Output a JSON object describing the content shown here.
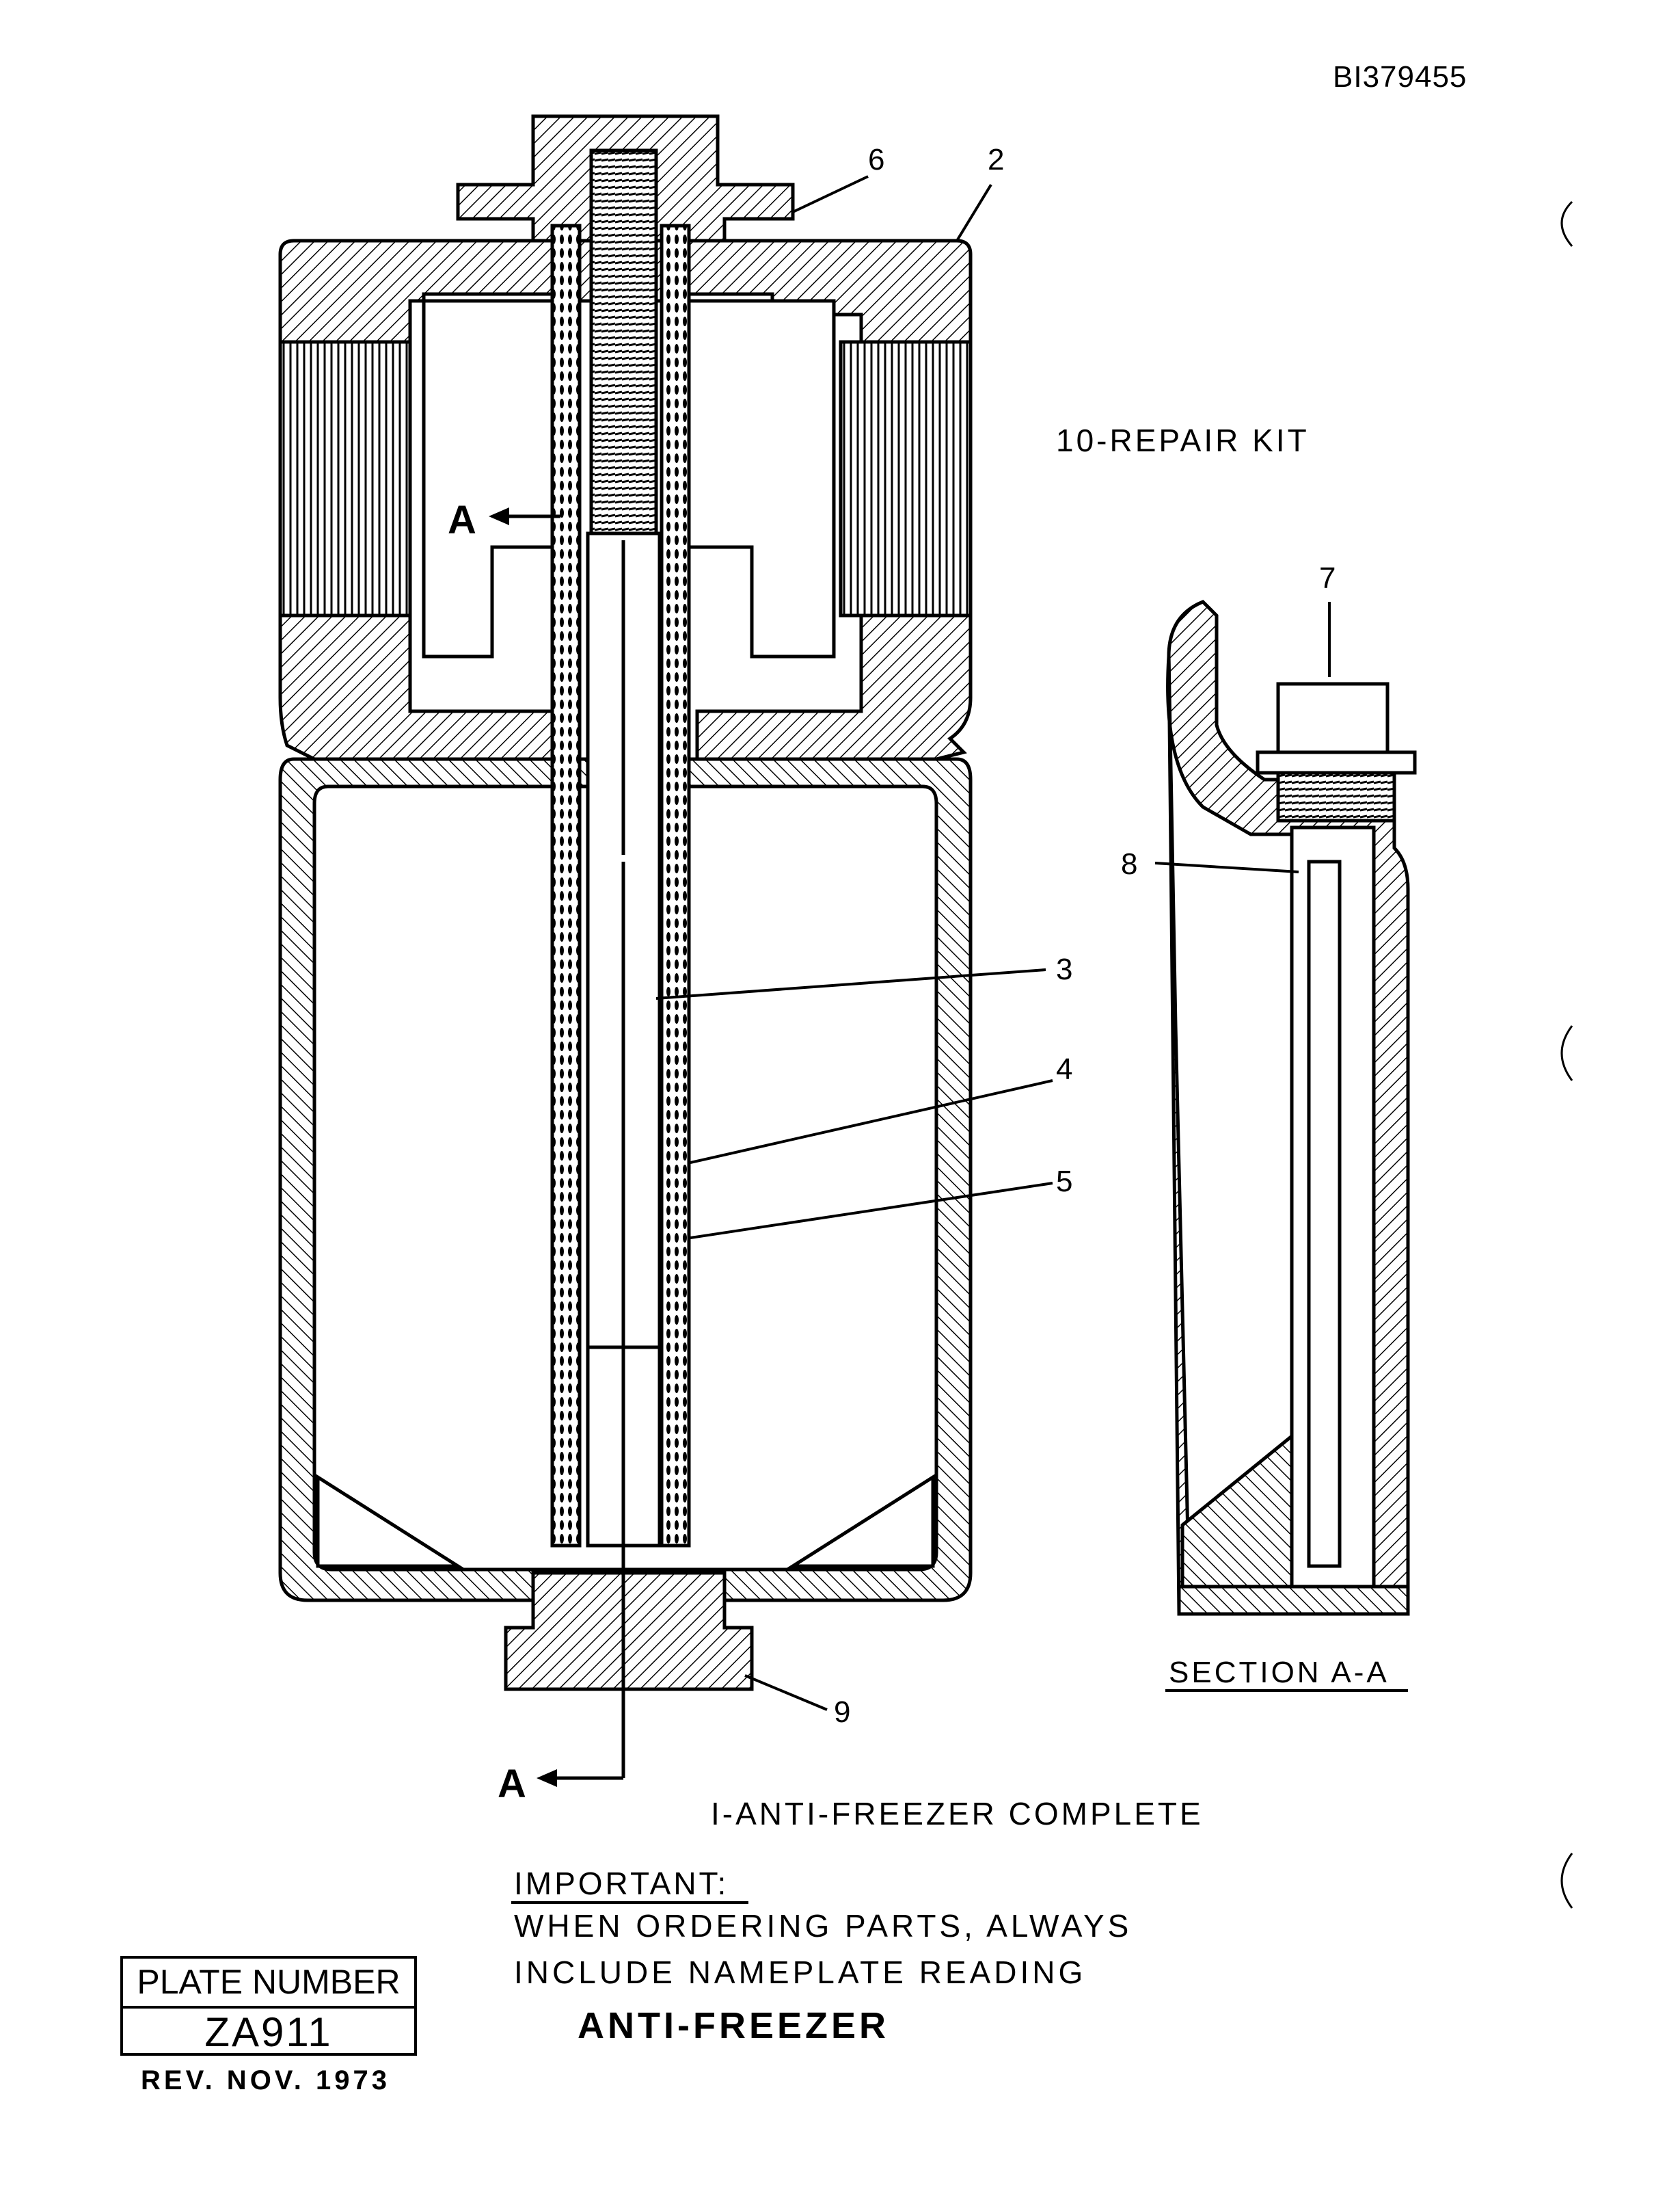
{
  "document": {
    "id": "BI379455",
    "repair_kit": "10-REPAIR  KIT",
    "section_label": "SECTION  A-A",
    "assembly_title": "I-ANTI-FREEZER  COMPLETE",
    "important_heading": "IMPORTANT:",
    "important_line1": "WHEN  ORDERING  PARTS, ALWAYS",
    "important_line2": "INCLUDE  NAMEPLATE  READING",
    "product_name": "ANTI-FREEZER",
    "plate_label": "PLATE NUMBER",
    "plate_number": "ZA911",
    "revision": "REV.  NOV.  1973"
  },
  "callouts": {
    "c2": "2",
    "c3": "3",
    "c4": "4",
    "c5": "5",
    "c6": "6",
    "c7": "7",
    "c8": "8",
    "c9": "9",
    "section_a_top": "A",
    "section_a_bottom": "A"
  }
}
